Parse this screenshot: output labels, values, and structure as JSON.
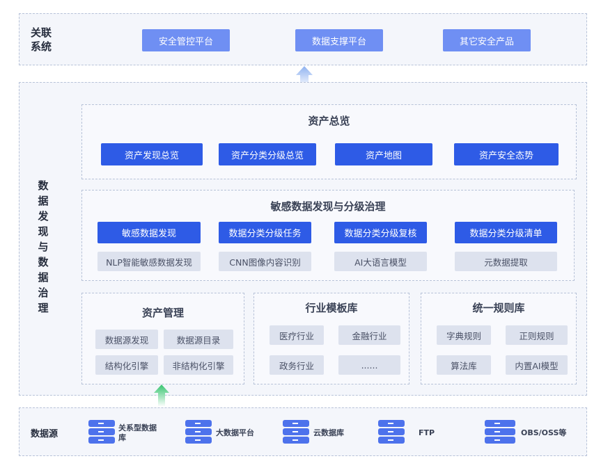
{
  "top": {
    "label": "关联\n系统",
    "items": [
      "安全管控平台",
      "数据支撑平台",
      "其它安全产品"
    ]
  },
  "main": {
    "side_label": "数据发现与数据治理",
    "overview": {
      "title": "资产总览",
      "items": [
        "资产发现总览",
        "资产分类分级总览",
        "资产地图",
        "资产安全态势"
      ]
    },
    "sensitive": {
      "title": "敏感数据发现与分级治理",
      "primary": [
        "敏感数据发现",
        "数据分类分级任务",
        "数据分类分级复核",
        "数据分类分级清单"
      ],
      "secondary": [
        "NLP智能敏感数据发现",
        "CNN图像内容识别",
        "AI大语言模型",
        "元数据提取"
      ]
    },
    "asset_mgmt": {
      "title": "资产管理",
      "items": [
        "数据源发现",
        "数据源目录",
        "结构化引擎",
        "非结构化引擎"
      ]
    },
    "industry": {
      "title": "行业模板库",
      "items": [
        "医疗行业",
        "金融行业",
        "政务行业",
        "......"
      ]
    },
    "rules": {
      "title": "统一规则库",
      "items": [
        "字典规则",
        "正则规则",
        "算法库",
        "内置AI模型"
      ]
    }
  },
  "datasource": {
    "label": "数据源",
    "items": [
      "关系型数据\n库",
      "大数据平台",
      "云数据库",
      "FTP",
      "OBS/OSS等"
    ],
    "icon": "database-icon"
  },
  "colors": {
    "light_button": "#6f8ff3",
    "dark_button": "#2e5be6",
    "gray_button": "#dde2ee",
    "up_arrow_top": "#a9c4f2",
    "up_arrow_bottom": "#5fd08a"
  }
}
